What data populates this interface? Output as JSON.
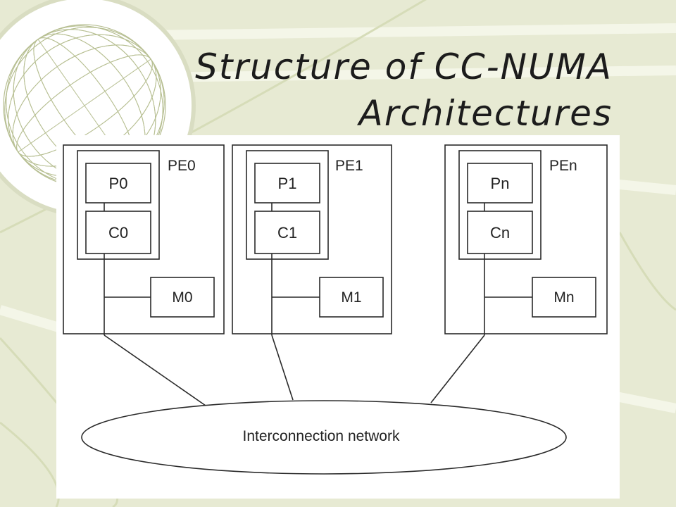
{
  "slide": {
    "title_line1": "Structure of CC-NUMA",
    "title_line2": "Architectures"
  },
  "diagram": {
    "elements": [
      {
        "pe": "PE0",
        "processor": "P0",
        "cache": "C0",
        "memory": "M0"
      },
      {
        "pe": "PE1",
        "processor": "P1",
        "cache": "C1",
        "memory": "M1"
      },
      {
        "pe": "PEn",
        "processor": "Pn",
        "cache": "Cn",
        "memory": "Mn"
      }
    ],
    "network_label": "Interconnection network"
  },
  "colors": {
    "background": "#e7ead3",
    "panel": "#ffffff",
    "stroke": "#2a2a2a",
    "decoration": "#c9cfa9"
  }
}
